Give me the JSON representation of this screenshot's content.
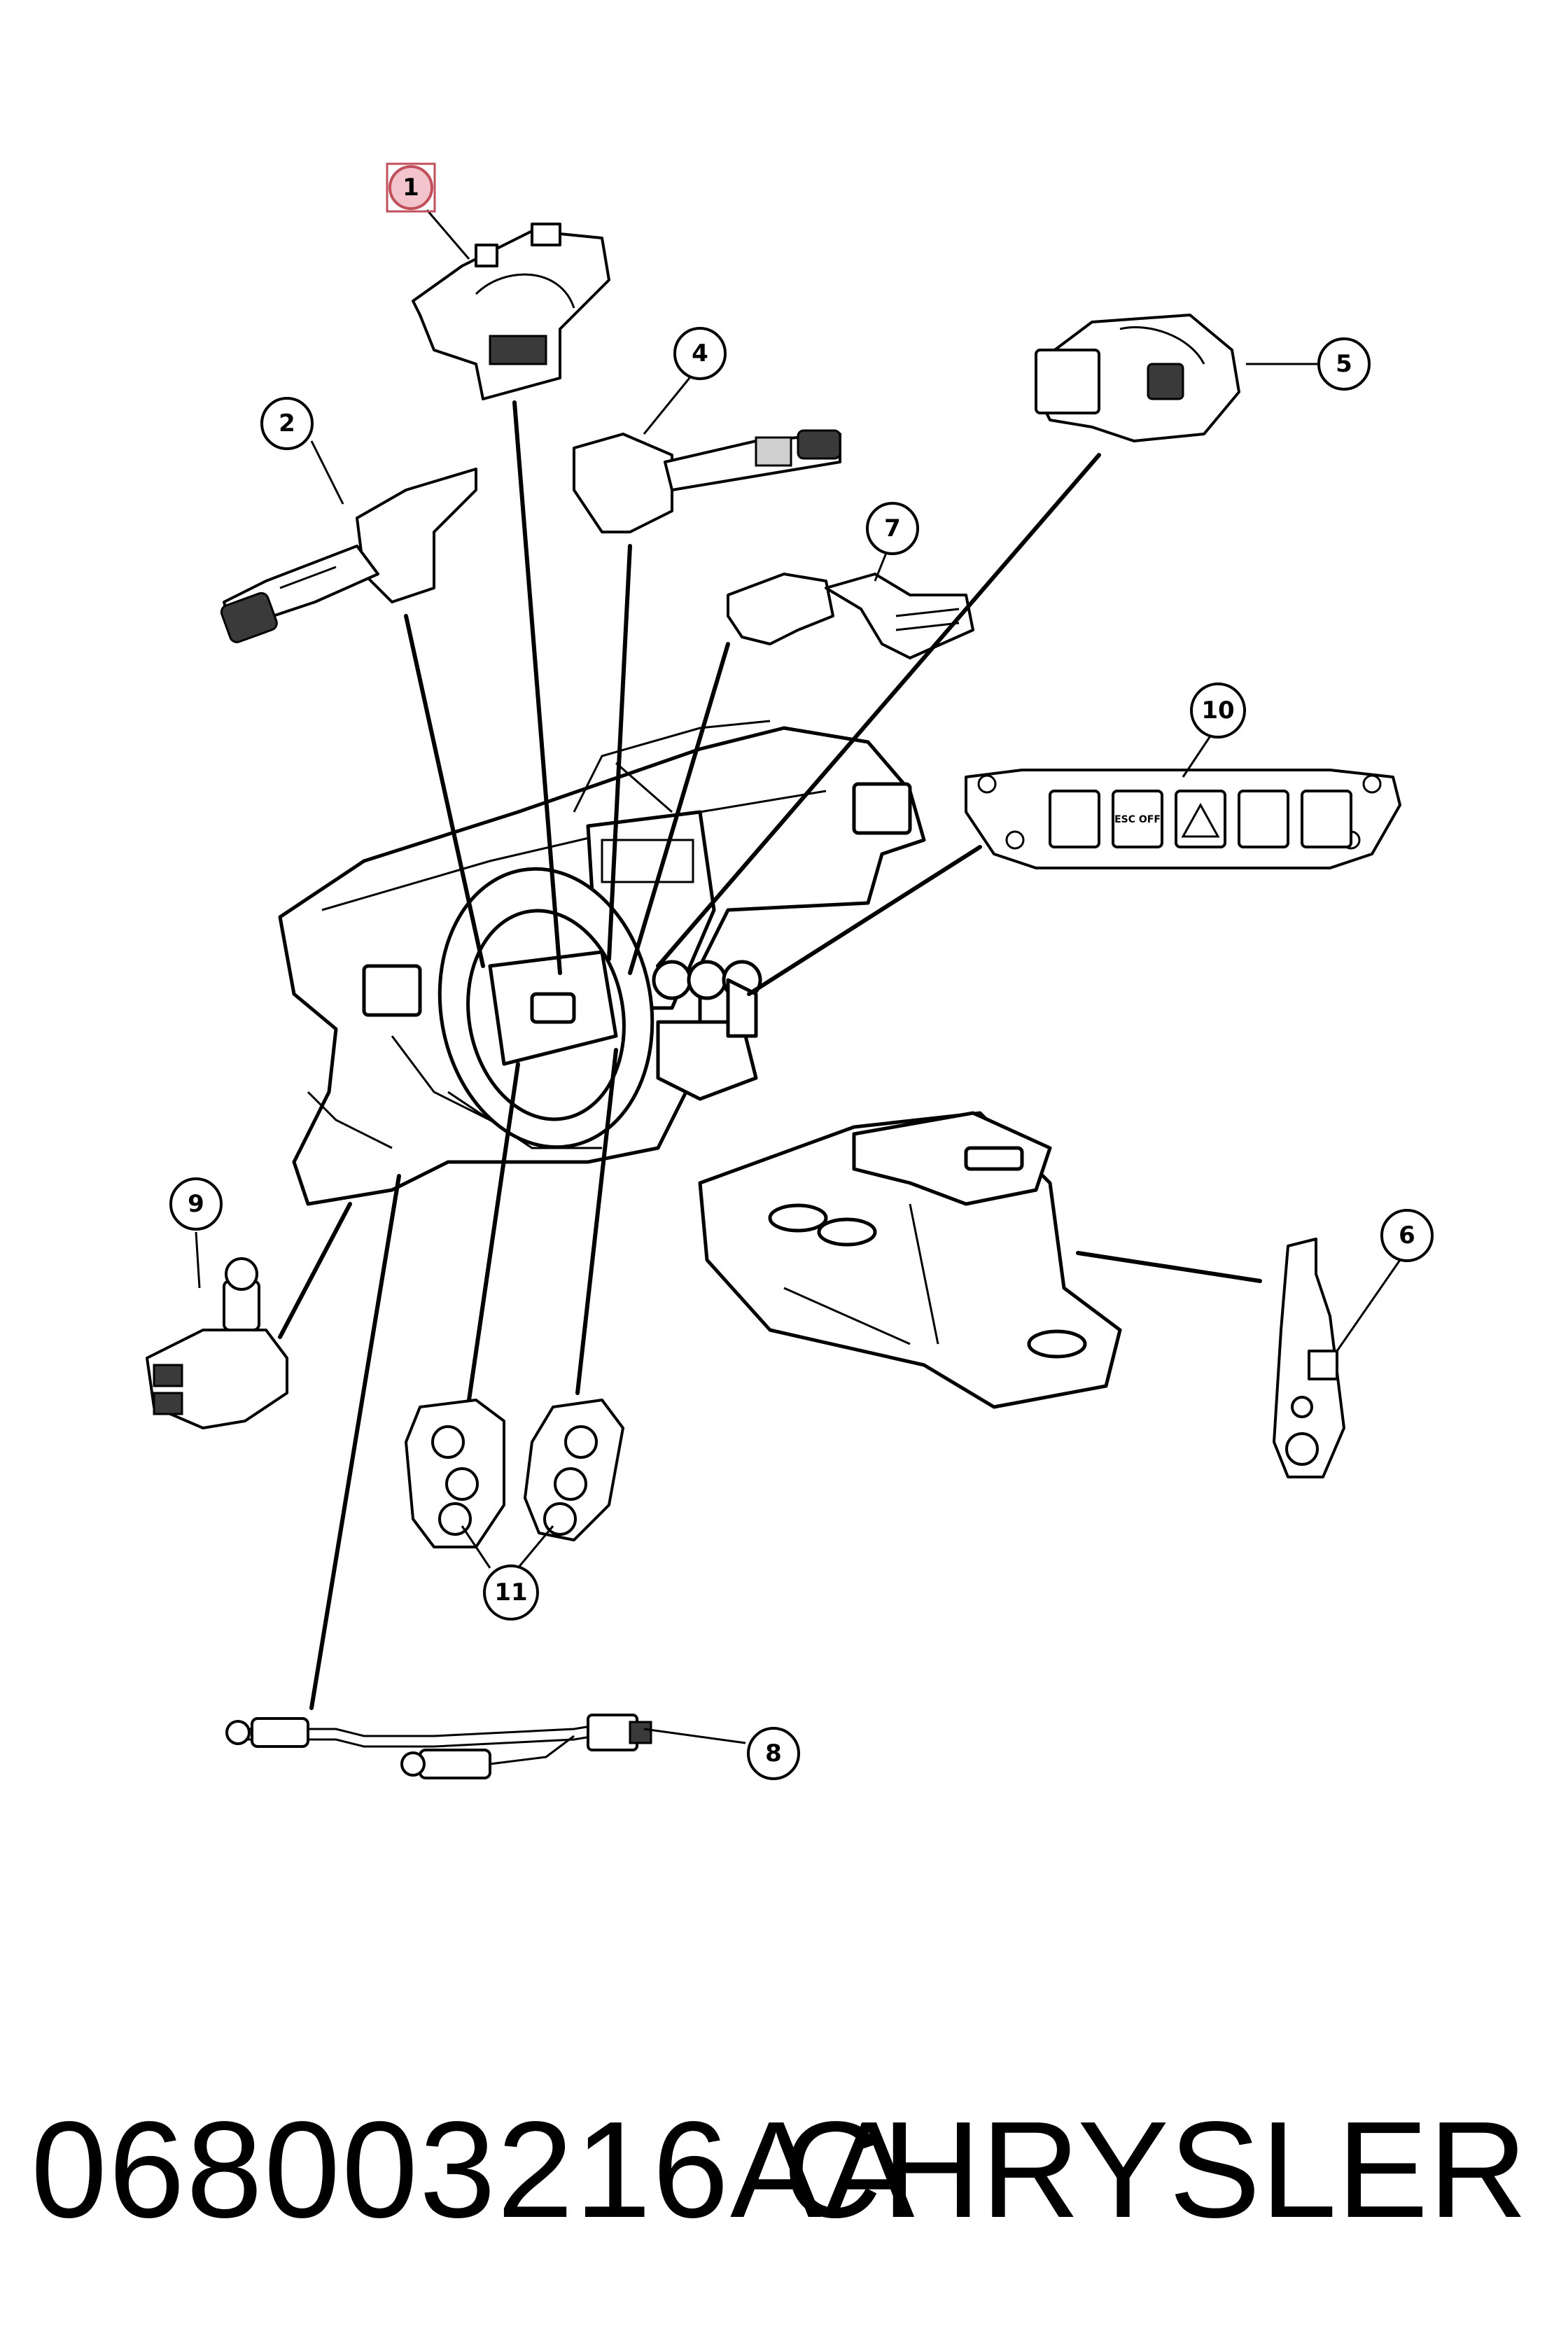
{
  "callouts": [
    {
      "id": 1,
      "label": "1",
      "selected": true
    },
    {
      "id": 2,
      "label": "2"
    },
    {
      "id": 3,
      "label": "4"
    },
    {
      "id": 4,
      "label": "5"
    },
    {
      "id": 5,
      "label": "7"
    },
    {
      "id": 6,
      "label": "10"
    },
    {
      "id": 7,
      "label": "9"
    },
    {
      "id": 8,
      "label": "6"
    },
    {
      "id": 9,
      "label": "11"
    },
    {
      "id": 10,
      "label": "8"
    }
  ],
  "switch_panel_labels": [
    "ESC OFF"
  ],
  "footer": {
    "part_number": "068003216AA",
    "brand": "CHRYSLER"
  },
  "colors": {
    "line": "#000000",
    "selected_fill": "#f3c4cb",
    "selected_stroke": "#c0505c"
  }
}
